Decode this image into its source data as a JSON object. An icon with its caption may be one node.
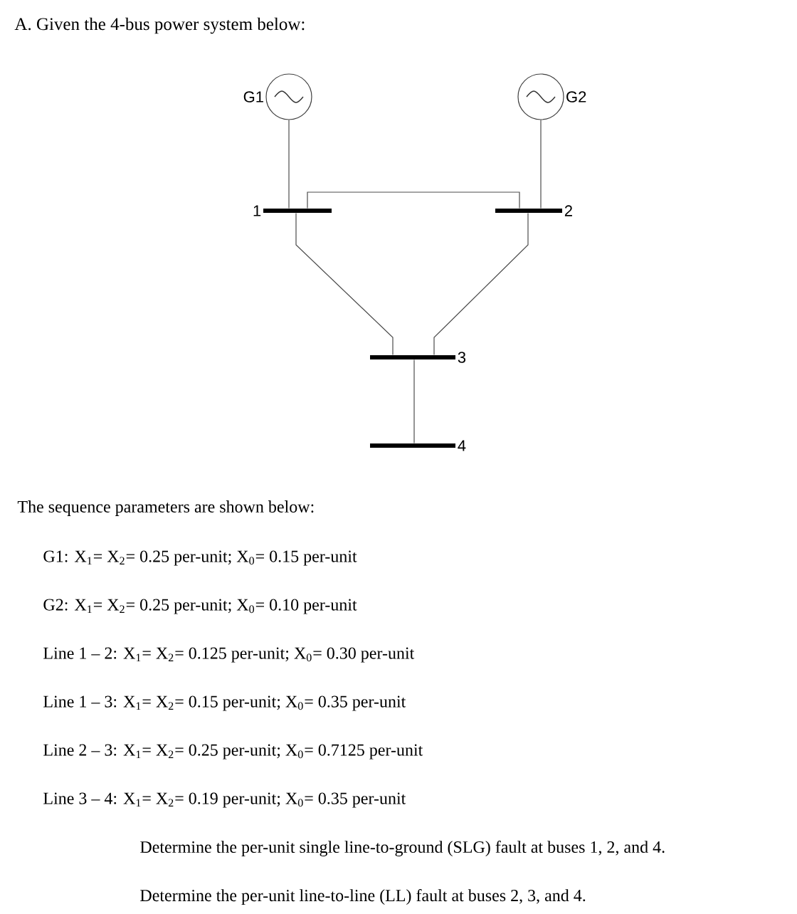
{
  "diagram": {
    "title": "A. Given the 4-bus power system below:",
    "nodes": [
      {
        "text": [
          "G1"
        ]
      },
      {
        "text": [
          "G2"
        ]
      },
      {
        "text": [
          "1"
        ]
      },
      {
        "text": [
          "2"
        ]
      },
      {
        "text": [
          "3"
        ]
      },
      {
        "text": [
          "4"
        ]
      }
    ],
    "edges": [
      {
        "from": 0,
        "to": 2,
        "arrow": "none"
      },
      {
        "from": 1,
        "to": 3,
        "arrow": "none"
      },
      {
        "from": 2,
        "to": 3,
        "arrow": "none"
      },
      {
        "from": 2,
        "to": 4,
        "arrow": "none"
      },
      {
        "from": 3,
        "to": 4,
        "arrow": "none"
      },
      {
        "from": 4,
        "to": 5,
        "arrow": "none"
      }
    ],
    "labels": [
      "The sequence parameters are shown below:",
      "G1: X$_{1}$= X$_{2}$= 0.25 per-unit; X$_{0}$= 0.15 per-unit",
      "G2: X$_{1}$= X$_{2}$= 0.25 per-unit; X$_{0}$= 0.10 per-unit",
      "Line 1 – 2: X$_{1}$= X$_{2}$= 0.125 per-unit; X$_{0}$= 0.30 per-unit",
      "Line 1 – 3: X$_{1}$= X$_{2}$= 0.15 per-unit; X$_{0}$= 0.35 per-unit",
      "Line 2 – 3: X$_{1}$= X$_{2}$= 0.25 per-unit; X$_{0}$= 0.7125 per-unit",
      "Line 3 – 4: X$_{1}$= X$_{2}$= 0.19 per-unit; X$_{0}$= 0.35 per-unit",
      "Determine the per-unit single line-to-ground (SLG) fault at buses 1, 2, and 4.",
      "Determine the per-unit line-to-line (LL) fault at buses 2, 3, and 4."
    ]
  }
}
